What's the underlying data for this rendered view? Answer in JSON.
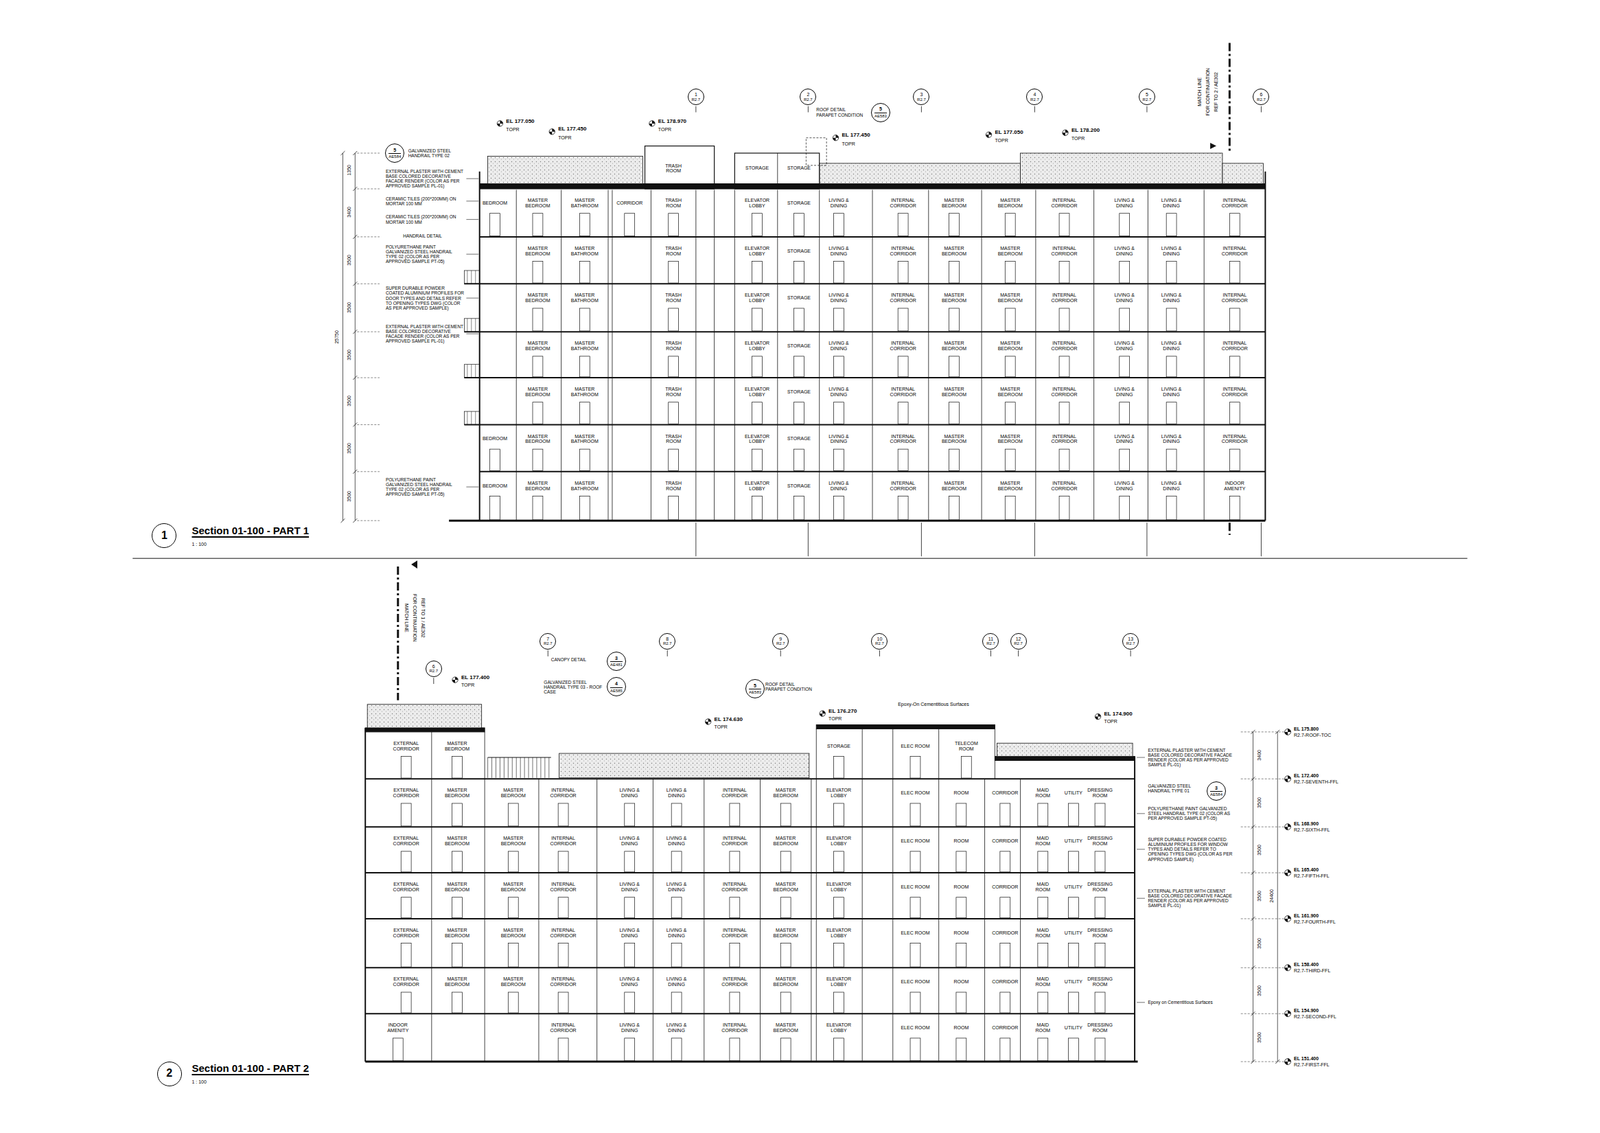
{
  "diagram": {
    "nodes": [
      {
        "text": [
          "1",
          "R2.7"
        ]
      },
      {
        "text": [
          "2",
          "R2.7"
        ]
      },
      {
        "text": [
          "3",
          "R2.7"
        ]
      },
      {
        "text": [
          "4",
          "R2.7"
        ]
      },
      {
        "text": [
          "5",
          "R2.7"
        ]
      },
      {
        "text": [
          "6",
          "R2.7"
        ]
      },
      {
        "text": [
          "5",
          "AE583"
        ]
      },
      {
        "text": [
          "5",
          "AE584"
        ]
      },
      {
        "text": [
          "1"
        ]
      },
      {
        "text": [
          "6",
          "R2.7"
        ]
      },
      {
        "text": [
          "7",
          "R2.7"
        ]
      },
      {
        "text": [
          "8",
          "R2.7"
        ]
      },
      {
        "text": [
          "9",
          "R2.7"
        ]
      },
      {
        "text": [
          "10",
          "R2.7"
        ]
      },
      {
        "text": [
          "11",
          "R2.7"
        ]
      },
      {
        "text": [
          "12",
          "R2.7"
        ]
      },
      {
        "text": [
          "13",
          "R2.7"
        ]
      },
      {
        "text": [
          "3",
          "AE481"
        ]
      },
      {
        "text": [
          "4",
          "AE585"
        ]
      },
      {
        "text": [
          "5",
          "AE583"
        ]
      },
      {
        "text": [
          "3",
          "AE584"
        ]
      },
      {
        "text": [
          "2"
        ]
      }
    ],
    "labels": [
      "EL 177.050",
      "TOPR",
      "EL 177.450",
      "TOPR",
      "EL 178.970",
      "TOPR",
      "ROOF DETAIL PARAPET CONDITION",
      "EL 177.450",
      "TOPR",
      "EL 177.050",
      "TOPR",
      "EL 178.200",
      "TOPR",
      "MATCH LINE",
      "FOR CONTINUATION",
      "REF TO 2 / AE302",
      "GALVANIZED STEEL HANDRAIL TYPE 02",
      "EXTERNAL PLASTER WITH CEMENT BASE COLORED DECORATIVE FACADE RENDER (COLOR AS PER APPROVED SAMPLE PL-01)",
      "CERAMIC TILES (200*200MM) ON MORTAR 100 MM",
      "CERAMIC TILES (200*200MM) ON MORTAR 100 MM",
      "HANDRAIL DETAIL",
      "POLYURETHANE PAINT GALVANIZED STEEL HANDRAIL TYPE 02 (COLOR AS PER APPROVED SAMPLE PT-05)",
      "SUPER DURABLE POWDER COATED ALUMINIUM PROFILES FOR DOOR TYPES AND DETAILS REFER TO OPENING TYPES DWG (COLOR AS PER APPROVED SAMPLE)",
      "EXTERNAL PLASTER WITH CEMENT BASE COLORED DECORATIVE FACADE RENDER (COLOR AS PER APPROVED SAMPLE PL-01)",
      "POLYURETHANE PAINT GALVANIZED STEEL HANDRAIL TYPE 02 (COLOR AS PER APPROVED SAMPLE PT-05)",
      "25750",
      "1350",
      "3400",
      "3500",
      "3500",
      "3500",
      "3500",
      "3500",
      "3500",
      "TRASH ROOM",
      "STORAGE",
      "STORAGE",
      "BEDROOM",
      "MASTER BEDROOM",
      "MASTER BATHROOM",
      "CORRIDOR",
      "TRASH ROOM",
      "ELEVATOR LOBBY",
      "STORAGE",
      "LIVING & DINING",
      "INTERNAL CORRIDOR",
      "MASTER BEDROOM",
      "MASTER BEDROOM",
      "INTERNAL CORRIDOR",
      "LIVING & DINING",
      "LIVING & DINING",
      "INTERNAL CORRIDOR",
      "MASTER BEDROOM",
      "MASTER BATHROOM",
      "TRASH ROOM",
      "ELEVATOR LOBBY",
      "STORAGE",
      "LIVING & DINING",
      "INTERNAL CORRIDOR",
      "MASTER BEDROOM",
      "MASTER BEDROOM",
      "INTERNAL CORRIDOR",
      "LIVING & DINING",
      "LIVING & DINING",
      "INTERNAL CORRIDOR",
      "MASTER BEDROOM",
      "MASTER BATHROOM",
      "TRASH ROOM",
      "ELEVATOR LOBBY",
      "STORAGE",
      "LIVING & DINING",
      "INTERNAL CORRIDOR",
      "MASTER BEDROOM",
      "MASTER BEDROOM",
      "INTERNAL CORRIDOR",
      "LIVING & DINING",
      "LIVING & DINING",
      "INTERNAL CORRIDOR",
      "MASTER BEDROOM",
      "MASTER BATHROOM",
      "TRASH ROOM",
      "ELEVATOR LOBBY",
      "STORAGE",
      "LIVING & DINING",
      "INTERNAL CORRIDOR",
      "MASTER BEDROOM",
      "MASTER BEDROOM",
      "INTERNAL CORRIDOR",
      "LIVING & DINING",
      "LIVING & DINING",
      "INTERNAL CORRIDOR",
      "MASTER BEDROOM",
      "MASTER BATHROOM",
      "TRASH ROOM",
      "ELEVATOR LOBBY",
      "STORAGE",
      "LIVING & DINING",
      "INTERNAL CORRIDOR",
      "MASTER BEDROOM",
      "MASTER BEDROOM",
      "INTERNAL CORRIDOR",
      "LIVING & DINING",
      "LIVING & DINING",
      "INTERNAL CORRIDOR",
      "BEDROOM",
      "MASTER BEDROOM",
      "MASTER BATHROOM",
      "TRASH ROOM",
      "ELEVATOR LOBBY",
      "STORAGE",
      "LIVING & DINING",
      "INTERNAL CORRIDOR",
      "MASTER BEDROOM",
      "MASTER BEDROOM",
      "INTERNAL CORRIDOR",
      "LIVING & DINING",
      "LIVING & DINING",
      "INTERNAL CORRIDOR",
      "BEDROOM",
      "MASTER BEDROOM",
      "MASTER BATHROOM",
      "TRASH ROOM",
      "ELEVATOR LOBBY",
      "STORAGE",
      "LIVING & DINING",
      "INTERNAL CORRIDOR",
      "MASTER BEDROOM",
      "MASTER BEDROOM",
      "INTERNAL CORRIDOR",
      "LIVING & DINING",
      "LIVING & DINING",
      "INDOOR AMENITY",
      "Section 01-100 - PART 1",
      "1 : 100",
      "EL 177.400",
      "TOPR",
      "CANOPY DETAIL",
      "GALVANIZED STEEL HANDRAIL TYPE 03 - ROOF CASE",
      "ROOF DETAIL PARAPET CONDITION",
      "EL 174.630",
      "TOPR",
      "EL 176.270",
      "TOPR",
      "Epoxy-On Cementitious Surfaces",
      "EL 174.900",
      "TOPR",
      "MATCH LINE",
      "FOR CONTINUATION",
      "REF TO 1 / AE302",
      "EXTERNAL PLASTER WITH CEMENT BASE COLORED DECORATIVE FACADE RENDER (COLOR AS PER APPROVED SAMPLE PL-01)",
      "GALVANIZED STEEL HANDRAIL TYPE 01",
      "POLYURETHANE PAINT GALVANIZED STEEL HANDRAIL TYPE 02 (COLOR AS PER APPROVED SAMPLE PT-05)",
      "SUPER DURABLE POWDER COATED ALUMINIUM PROFILES FOR WINDOW TYPES AND DETAILS REFER TO OPENING TYPES DWG (COLOR AS PER APPROVED SAMPLE)",
      "EXTERNAL PLASTER WITH CEMENT BASE COLORED DECORATIVE FACADE RENDER (COLOR AS PER APPROVED SAMPLE PL-01)",
      "Epoxy on Cementitious Surfaces",
      "24400",
      "3400",
      "3500",
      "3500",
      "3500",
      "3500",
      "3500",
      "3500",
      "EL 175.800",
      "R2.7-ROOF-TOC",
      "EL 172.400",
      "R2.7-SEVENTH-FFL",
      "EL 168.900",
      "R2.7-SIXTH-FFL",
      "EL 165.400",
      "R2.7-FIFTH-FFL",
      "EL 161.900",
      "R2.7-FOURTH-FFL",
      "EL 158.400",
      "R2.7-THIRD-FFL",
      "EL 154.900",
      "R2.7-SECOND-FFL",
      "EL 151.400",
      "R2.7-FIRST-FFL",
      "EXTERNAL CORRIDOR",
      "MASTER BEDROOM",
      "STORAGE",
      "ELEC ROOM",
      "TELECOM ROOM",
      "EXTERNAL CORRIDOR",
      "MASTER BEDROOM",
      "MASTER BEDROOM",
      "INTERNAL CORRIDOR",
      "LIVING & DINING",
      "LIVING & DINING",
      "INTERNAL CORRIDOR",
      "MASTER BEDROOM",
      "ELEVATOR LOBBY",
      "ELEC ROOM",
      "ROOM",
      "CORRIDOR",
      "MAID ROOM",
      "UTILITY",
      "DRESSING ROOM",
      "EXTERNAL CORRIDOR",
      "MASTER BEDROOM",
      "MASTER BEDROOM",
      "INTERNAL CORRIDOR",
      "LIVING & DINING",
      "LIVING & DINING",
      "INTERNAL CORRIDOR",
      "MASTER BEDROOM",
      "ELEVATOR LOBBY",
      "ELEC ROOM",
      "ROOM",
      "CORRIDOR",
      "MAID ROOM",
      "UTILITY",
      "DRESSING ROOM",
      "EXTERNAL CORRIDOR",
      "MASTER BEDROOM",
      "MASTER BEDROOM",
      "INTERNAL CORRIDOR",
      "LIVING & DINING",
      "LIVING & DINING",
      "INTERNAL CORRIDOR",
      "MASTER BEDROOM",
      "ELEVATOR LOBBY",
      "ELEC ROOM",
      "ROOM",
      "CORRIDOR",
      "MAID ROOM",
      "UTILITY",
      "DRESSING ROOM",
      "EXTERNAL CORRIDOR",
      "MASTER BEDROOM",
      "MASTER BEDROOM",
      "INTERNAL CORRIDOR",
      "LIVING & DINING",
      "LIVING & DINING",
      "INTERNAL CORRIDOR",
      "MASTER BEDROOM",
      "ELEVATOR LOBBY",
      "ELEC ROOM",
      "ROOM",
      "CORRIDOR",
      "MAID ROOM",
      "UTILITY",
      "DRESSING ROOM",
      "EXTERNAL CORRIDOR",
      "MASTER BEDROOM",
      "MASTER BEDROOM",
      "INTERNAL CORRIDOR",
      "LIVING & DINING",
      "LIVING & DINING",
      "INTERNAL CORRIDOR",
      "MASTER BEDROOM",
      "ELEVATOR LOBBY",
      "ELEC ROOM",
      "ROOM",
      "CORRIDOR",
      "MAID ROOM",
      "UTILITY",
      "DRESSING ROOM",
      "INDOOR AMENITY",
      "INTERNAL CORRIDOR",
      "LIVING & DINING",
      "LIVING & DINING",
      "INTERNAL CORRIDOR",
      "MASTER BEDROOM",
      "ELEVATOR LOBBY",
      "ELEC ROOM",
      "ROOM",
      "CORRIDOR",
      "MAID ROOM",
      "UTILITY",
      "DRESSING ROOM",
      "Section 01-100 - PART 2",
      "1 : 100"
    ]
  }
}
